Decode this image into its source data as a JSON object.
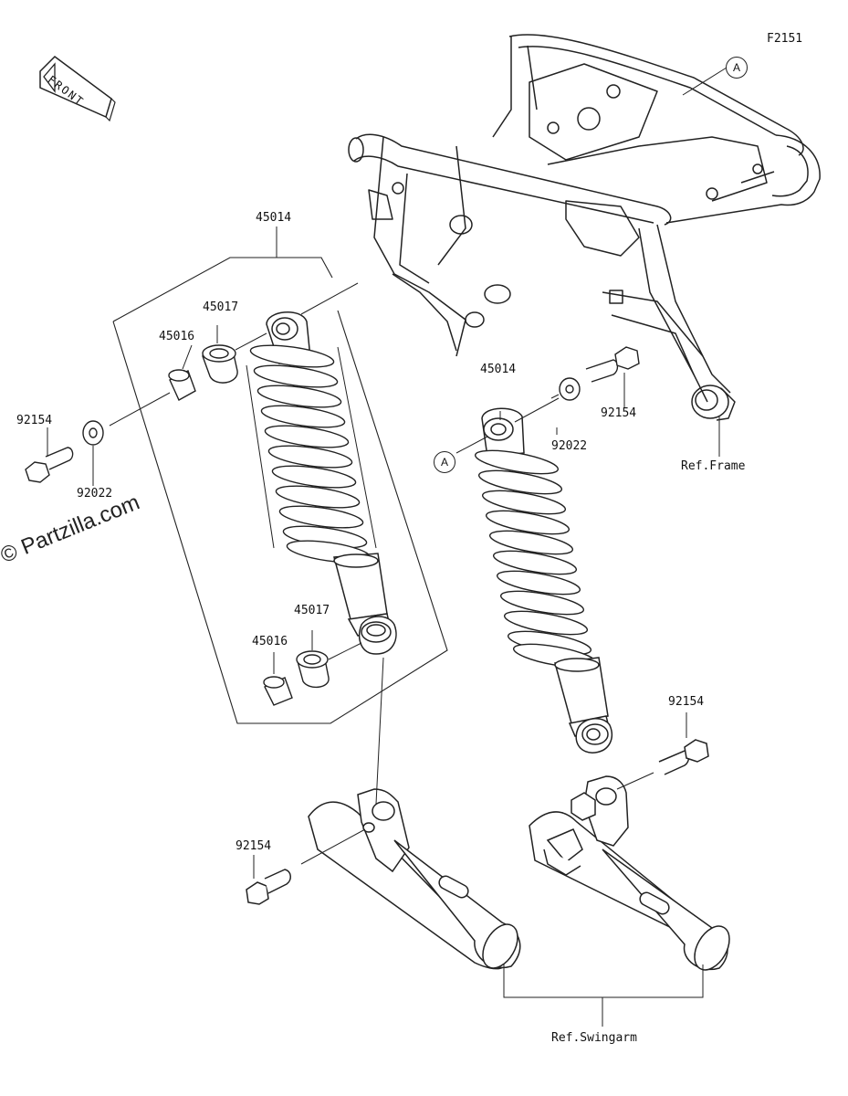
{
  "diagram_code": "F2151",
  "front_label": "FRONT",
  "watermark": "© Partzilla.com",
  "parts": {
    "assembly_left": "45014",
    "collar_upper_left": "45017",
    "spacer_upper_left": "45016",
    "bolt_upper_left": "92154",
    "washer_upper_left": "92022",
    "collar_lower_left": "45017",
    "spacer_lower_left": "45016",
    "bolt_lower_left": "92154",
    "assembly_right": "45014",
    "washer_right": "92022",
    "bolt_right_upper": "92154",
    "bolt_right_lower": "92154"
  },
  "references": {
    "frame": "Ref.Frame",
    "swingarm": "Ref.Swingarm"
  },
  "callouts": {
    "a_frame": "A",
    "a_shock": "A"
  },
  "colors": {
    "line": "#222222",
    "background": "#ffffff"
  }
}
